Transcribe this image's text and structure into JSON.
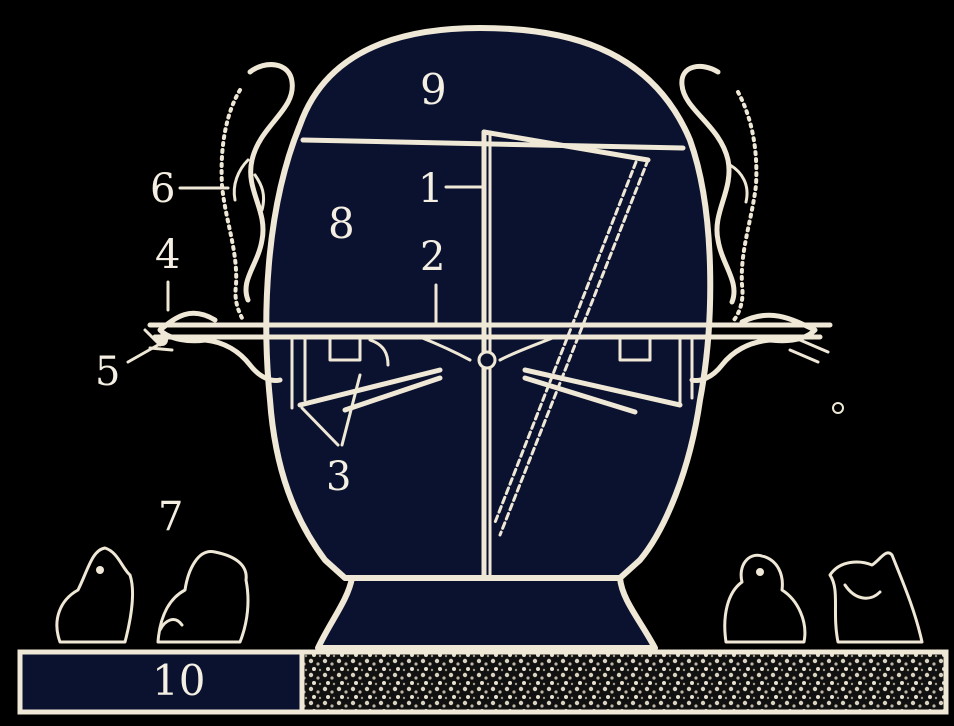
{
  "figure": {
    "labels": [
      {
        "id": "label-1",
        "text": "1"
      },
      {
        "id": "label-2",
        "text": "2"
      },
      {
        "id": "label-3",
        "text": "3"
      },
      {
        "id": "label-4",
        "text": "4"
      },
      {
        "id": "label-5",
        "text": "5"
      },
      {
        "id": "label-6",
        "text": "6"
      },
      {
        "id": "label-7",
        "text": "7"
      },
      {
        "id": "label-8",
        "text": "8"
      },
      {
        "id": "label-9",
        "text": "9"
      },
      {
        "id": "label-10",
        "text": "10"
      }
    ]
  },
  "colors": {
    "background": "#000000",
    "vessel_fill": "#0b1230",
    "line": "#efe8d6"
  }
}
